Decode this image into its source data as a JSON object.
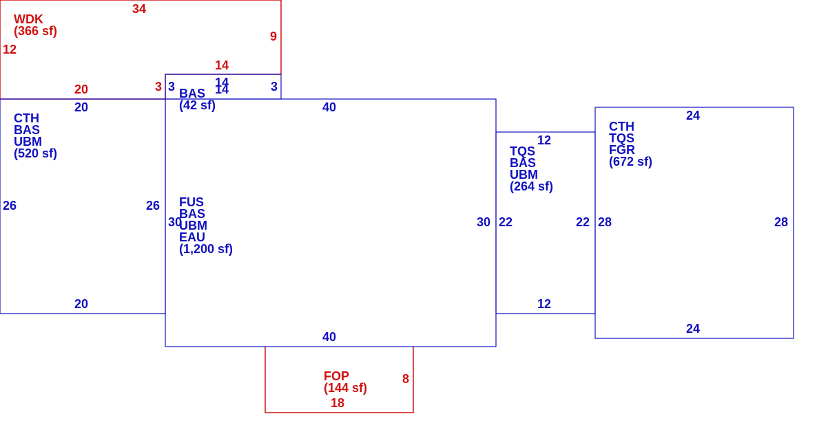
{
  "colors": {
    "red": "#d01010",
    "blue": "#1010c0"
  },
  "areas": {
    "wdk": {
      "lines": [
        "WDK",
        "(366 sf)"
      ],
      "color": "red",
      "dims": {
        "top": "34",
        "left": "12",
        "right": "9",
        "bottom_left": "20",
        "bottom_mid": "3",
        "notch_top": "14"
      }
    },
    "bas_small": {
      "lines": [
        "BAS",
        "(42 sf)"
      ],
      "color": "blue",
      "dims": {
        "left": "3",
        "top": "14",
        "right": "3",
        "bottom": "14"
      }
    },
    "cth_left": {
      "lines": [
        "CTH",
        "BAS",
        "UBM",
        "(520 sf)"
      ],
      "color": "blue",
      "dims": {
        "top": "20",
        "left": "26",
        "right": "26",
        "bottom": "20"
      }
    },
    "fus_main": {
      "lines": [
        "FUS",
        "BAS",
        "UBM",
        "EAU",
        "(1,200 sf)"
      ],
      "color": "blue",
      "dims": {
        "top": "40",
        "left": "30",
        "right": "30",
        "bottom": "40"
      }
    },
    "tqs": {
      "lines": [
        "TQS",
        "BAS",
        "UBM",
        "(264 sf)"
      ],
      "color": "blue",
      "dims": {
        "top": "12",
        "left": "22",
        "right": "22",
        "bottom": "12"
      }
    },
    "cth_right": {
      "lines": [
        "CTH",
        "TQS",
        "FGR",
        "(672 sf)"
      ],
      "color": "blue",
      "dims": {
        "top": "24",
        "left": "28",
        "right": "28",
        "bottom": "24"
      }
    },
    "fop": {
      "lines": [
        "FOP",
        "(144 sf)"
      ],
      "color": "red",
      "dims": {
        "right": "8",
        "bottom": "18"
      }
    }
  }
}
